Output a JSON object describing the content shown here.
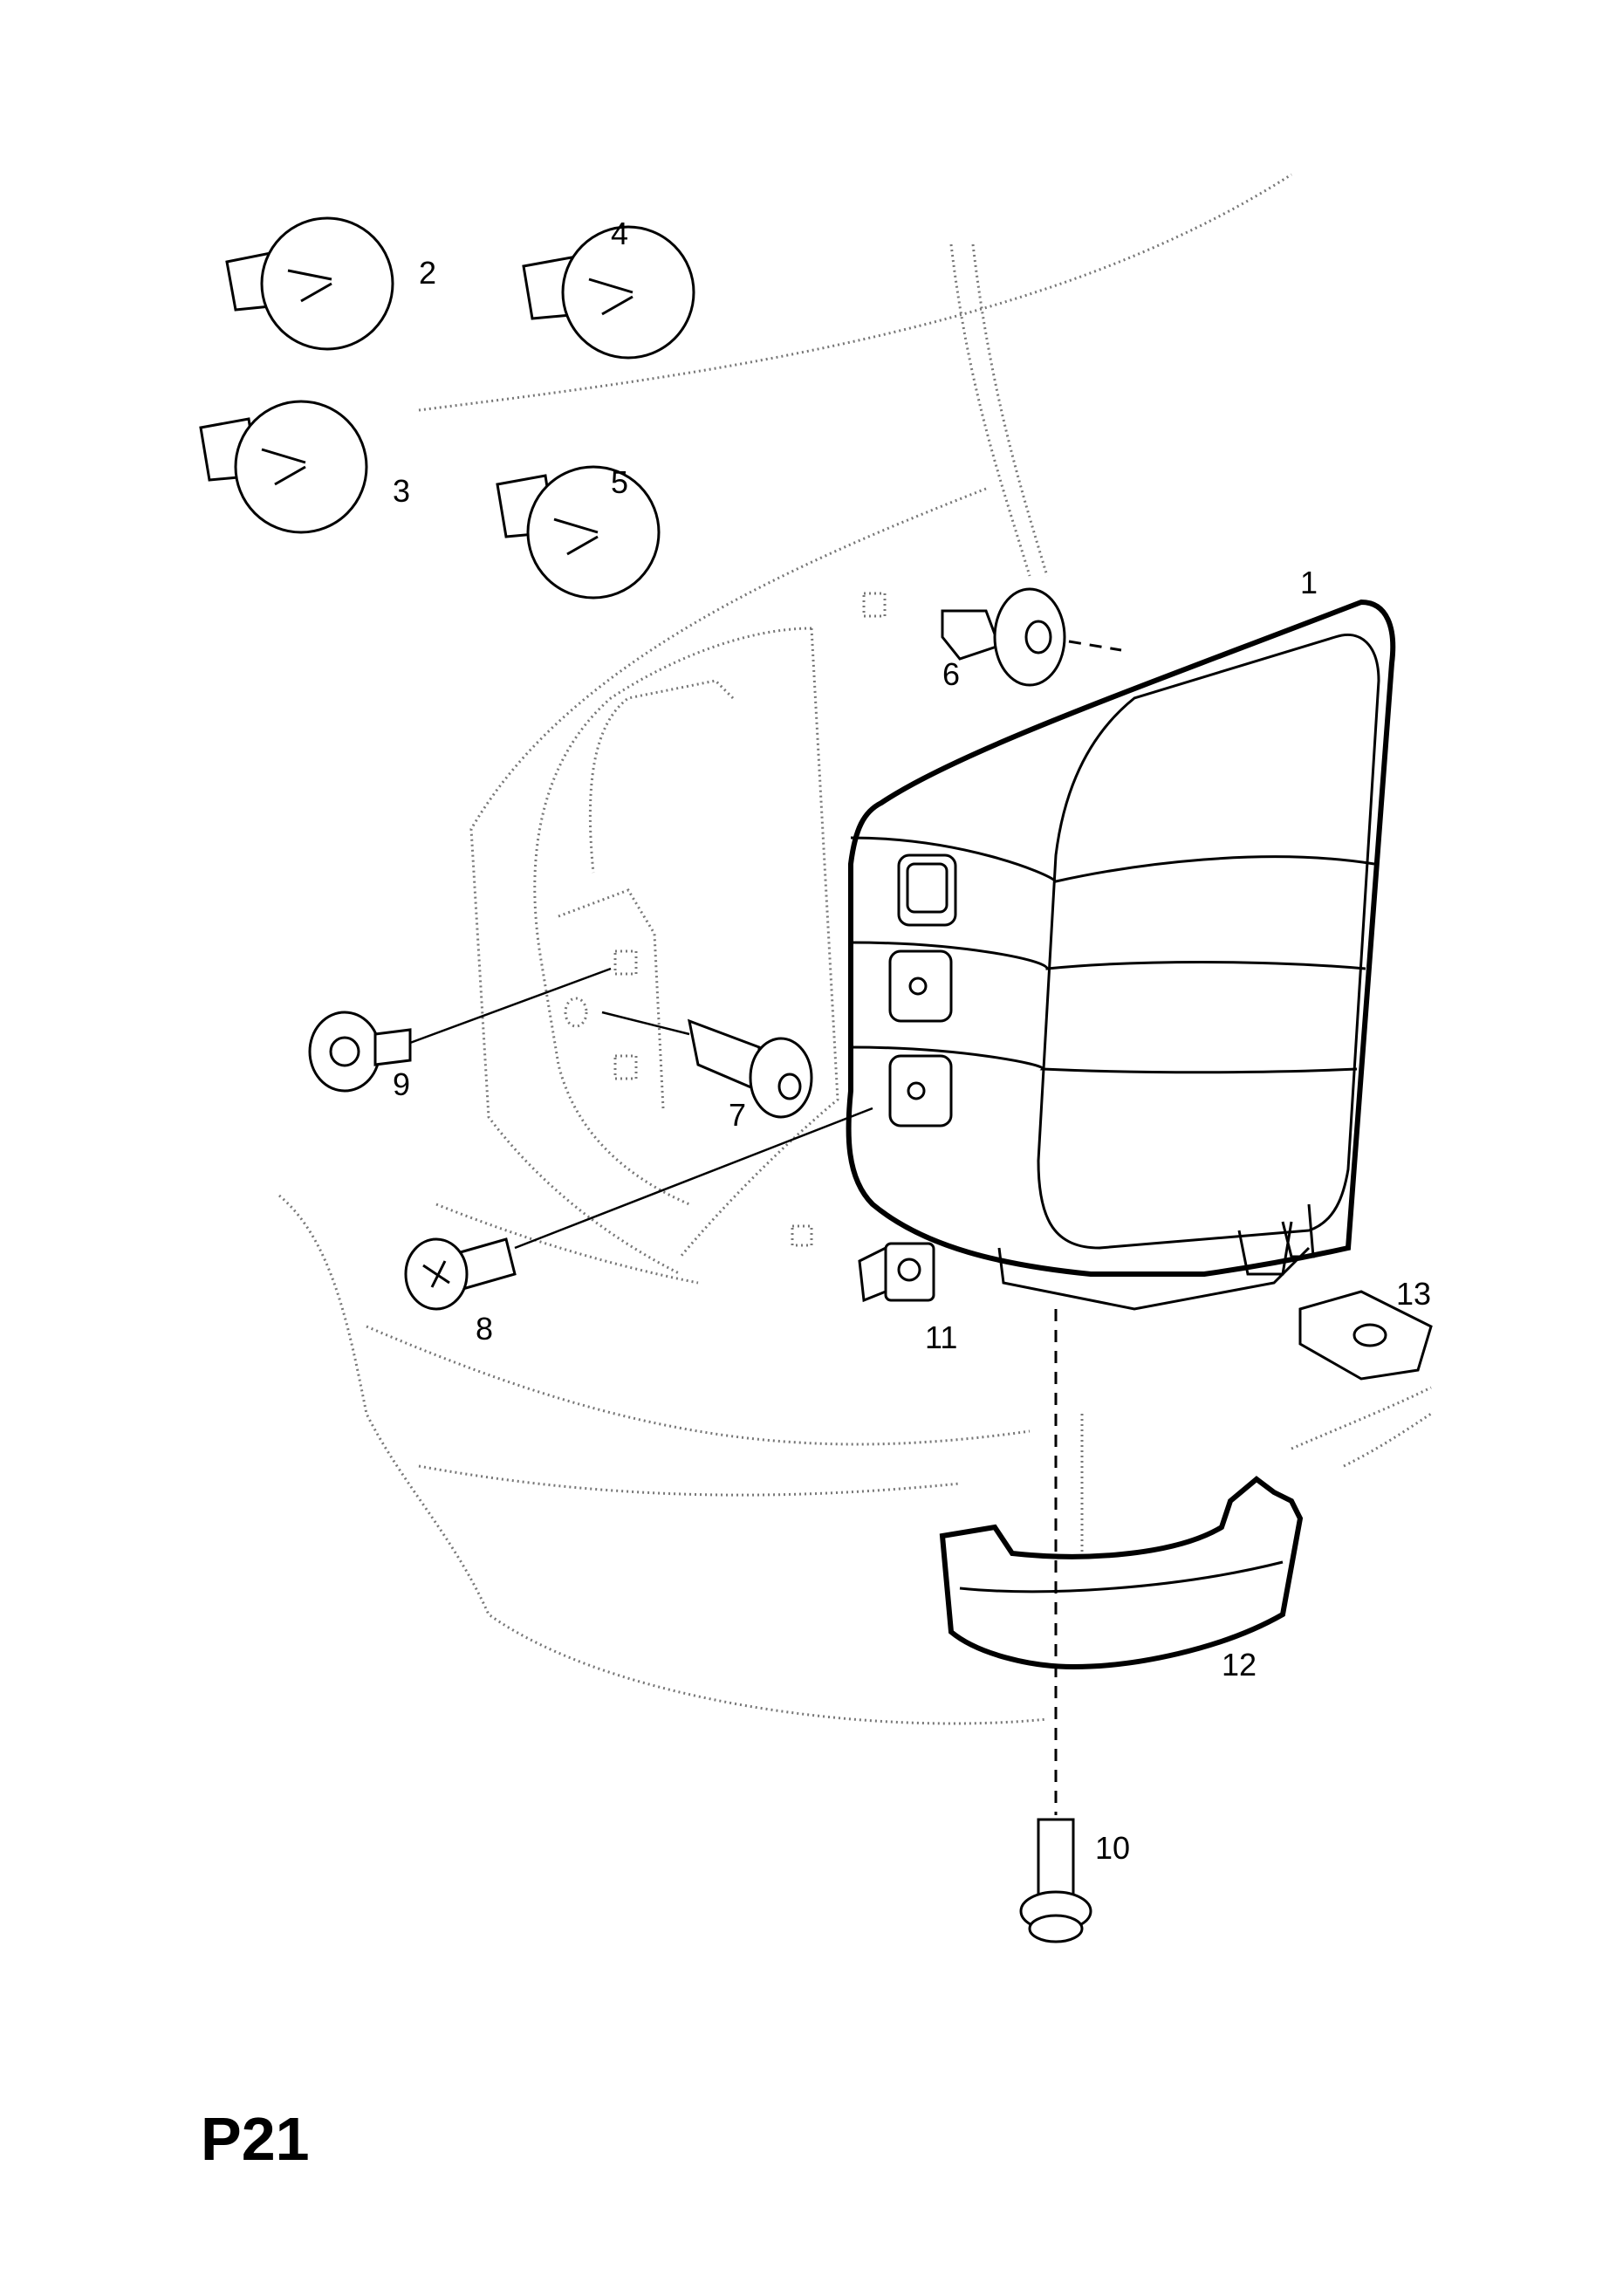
{
  "diagram": {
    "page_code": "P21",
    "callouts": [
      "1",
      "2",
      "3",
      "4",
      "5",
      "6",
      "7",
      "8",
      "9",
      "10",
      "11",
      "12",
      "13"
    ]
  }
}
